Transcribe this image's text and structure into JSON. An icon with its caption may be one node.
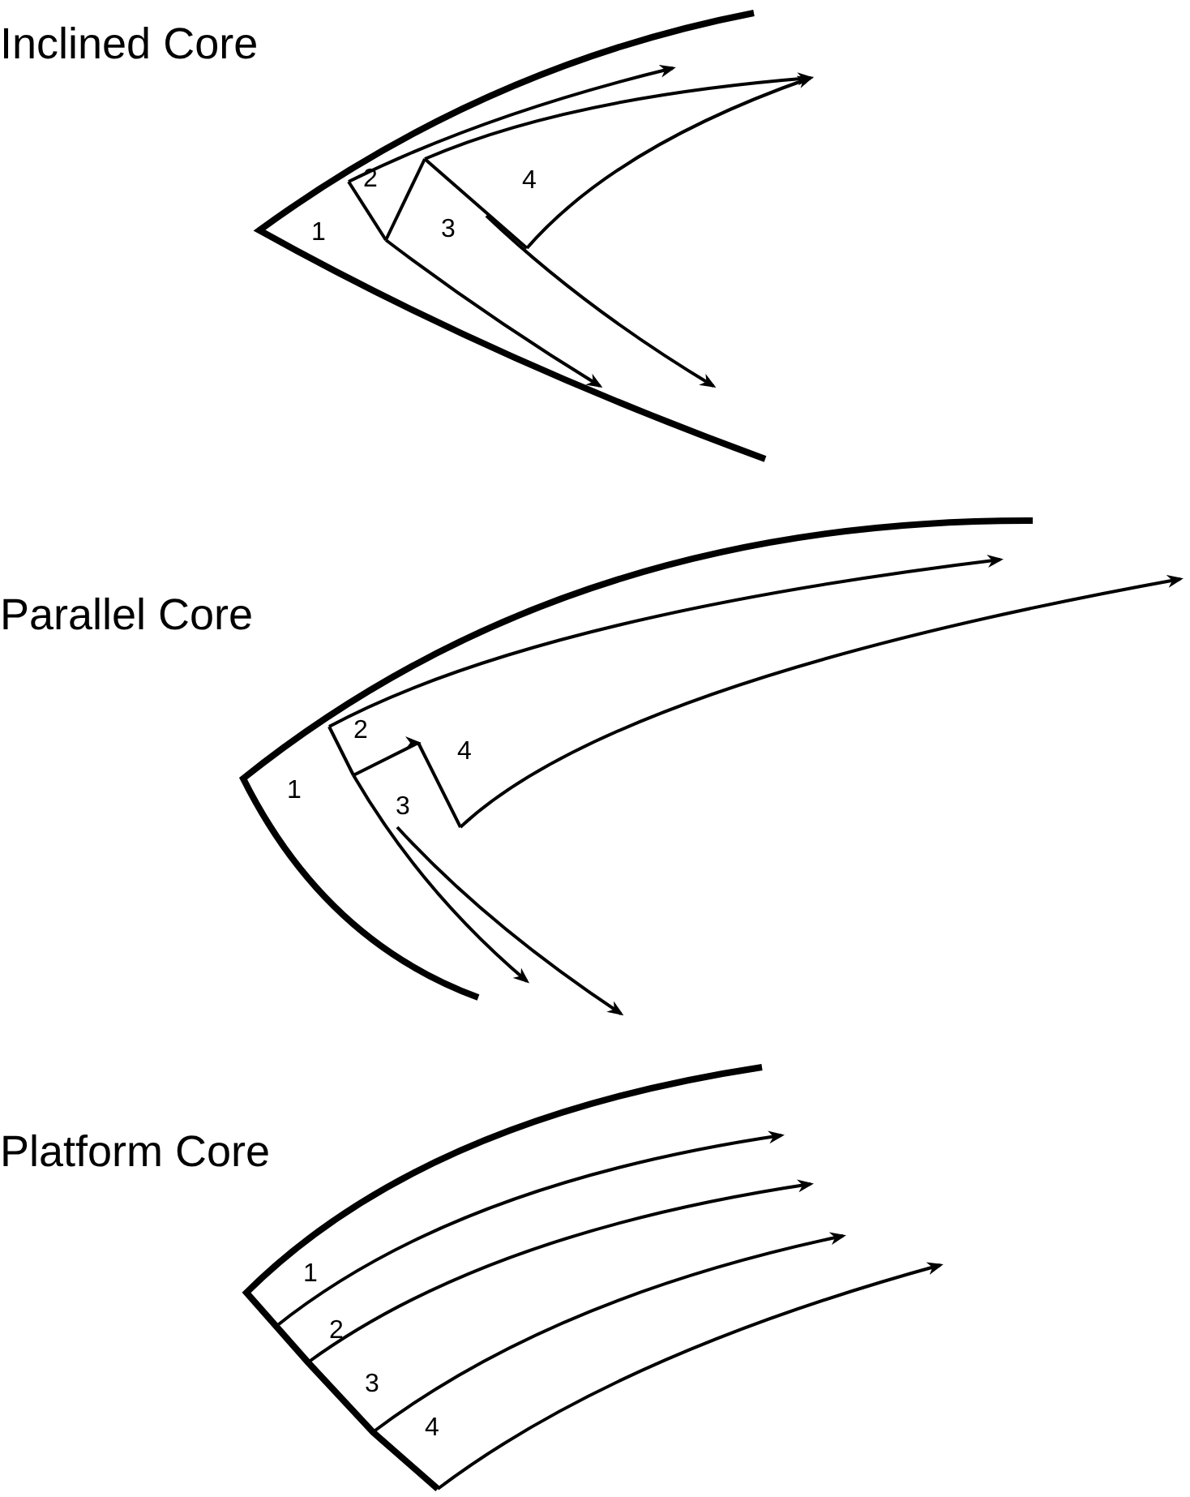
{
  "diagram": {
    "labels": [
      "Inclined Core",
      "1",
      "2",
      "3",
      "4",
      "Parallel Core",
      "1",
      "2",
      "3",
      "4",
      "Platform Core",
      "1",
      "2",
      "3",
      "4"
    ]
  }
}
